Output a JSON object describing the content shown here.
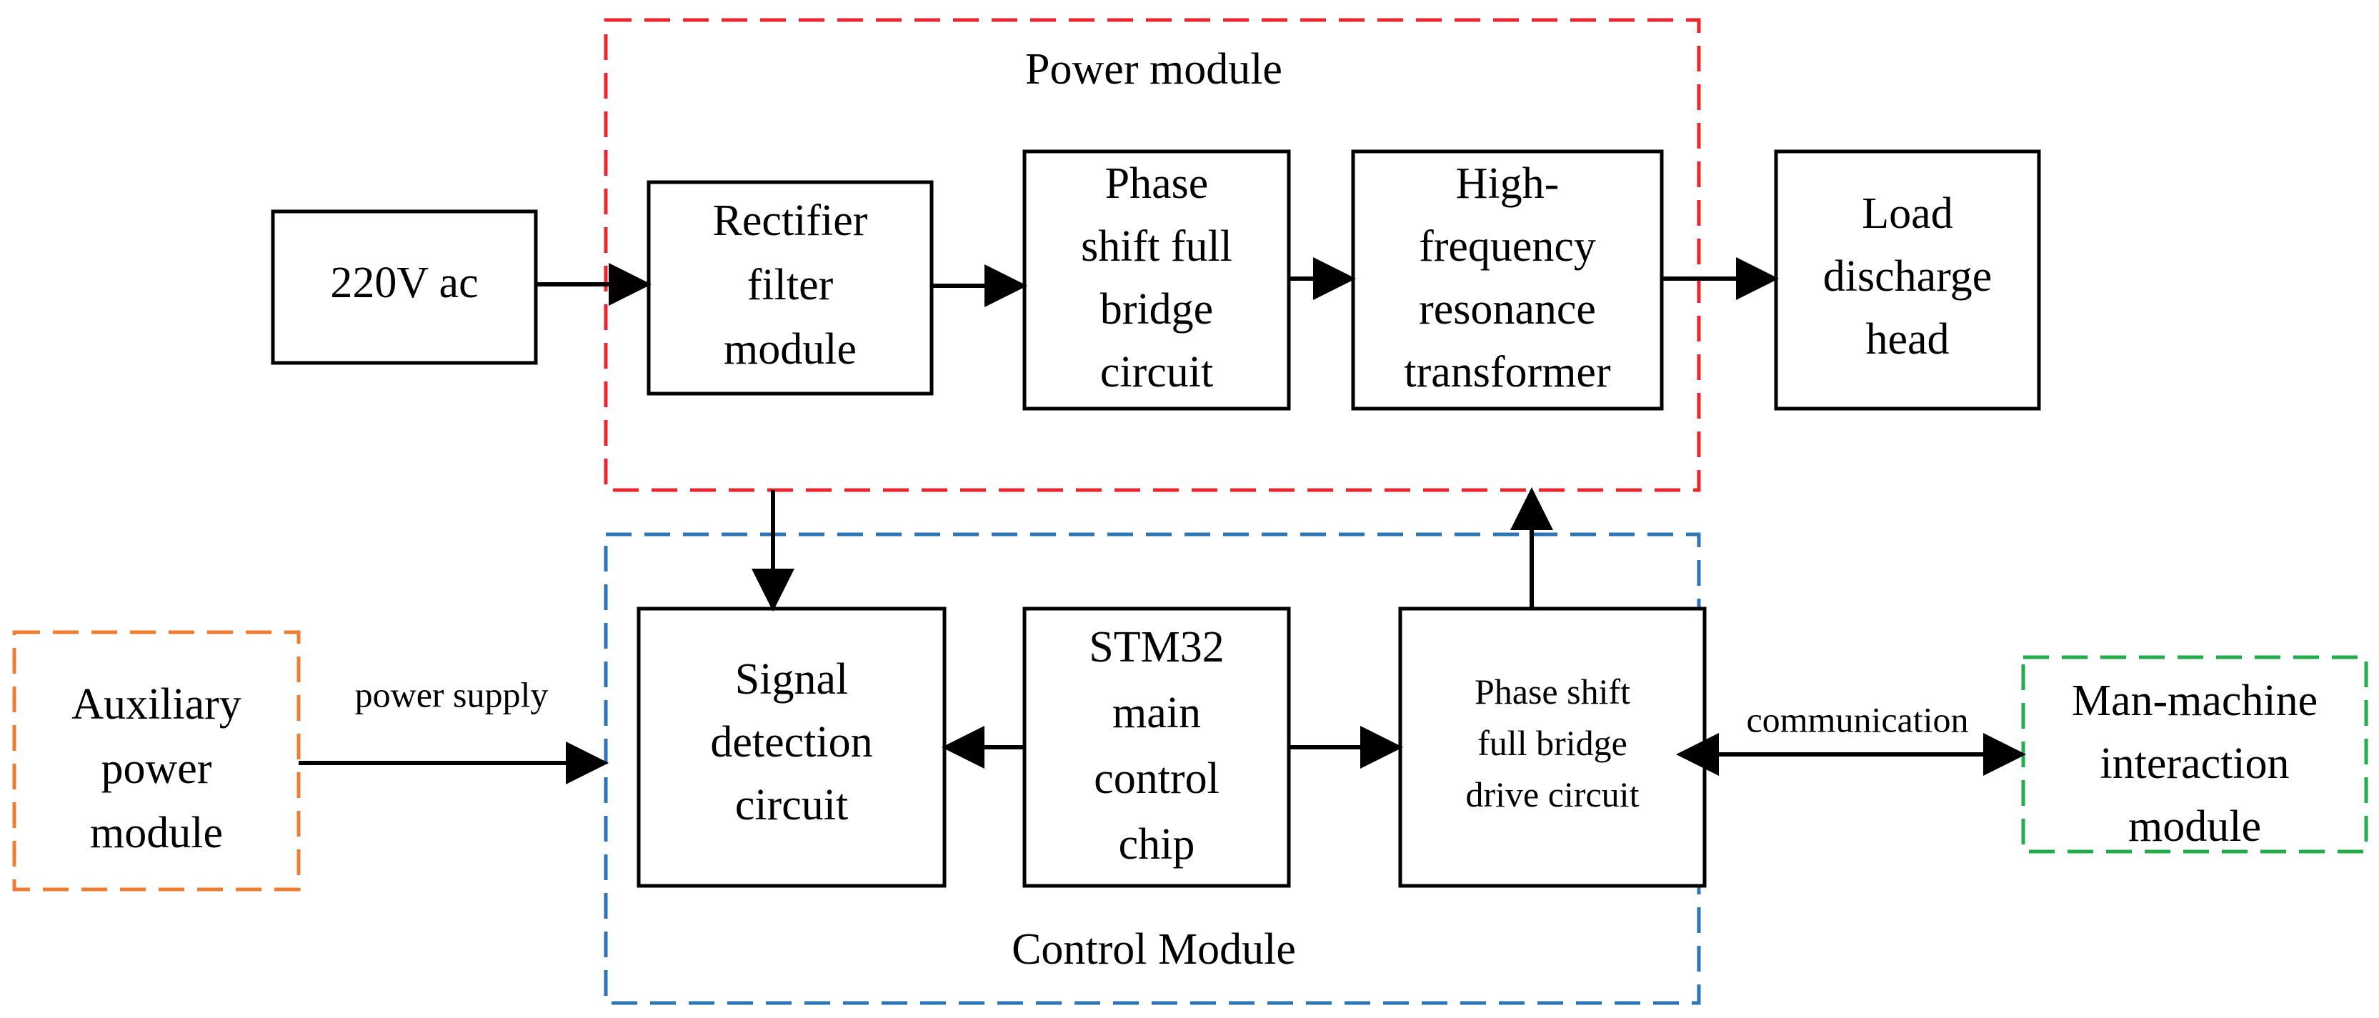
{
  "groups": {
    "power_module": {
      "title": "Power module",
      "color": "#e8262b"
    },
    "control_module": {
      "title": "Control Module",
      "color": "#2e75b6"
    },
    "auxiliary": {
      "color": "#ee7d31"
    },
    "interaction": {
      "color": "#22ac4b"
    }
  },
  "blocks": {
    "ac_source": [
      "220V  ac"
    ],
    "rectifier": [
      "Rectifier",
      "filter",
      "module"
    ],
    "phase_shift_bridge": [
      "Phase",
      "shift full",
      "bridge",
      "circuit"
    ],
    "hf_transformer": [
      "High-",
      "frequency",
      "resonance",
      "transformer"
    ],
    "load": [
      "Load",
      "discharge",
      "head"
    ],
    "auxiliary_power": [
      "Auxiliary",
      "power",
      "module"
    ],
    "signal_detection": [
      "Signal",
      "detection",
      "circuit"
    ],
    "stm32": [
      "STM32",
      "main",
      "control",
      "chip"
    ],
    "drive_circuit": [
      "Phase shift",
      "full bridge",
      "drive circuit"
    ],
    "man_machine": [
      "Man-machine",
      "interaction",
      "module"
    ]
  },
  "edge_labels": {
    "power_supply": "power supply",
    "communication": "communication"
  }
}
